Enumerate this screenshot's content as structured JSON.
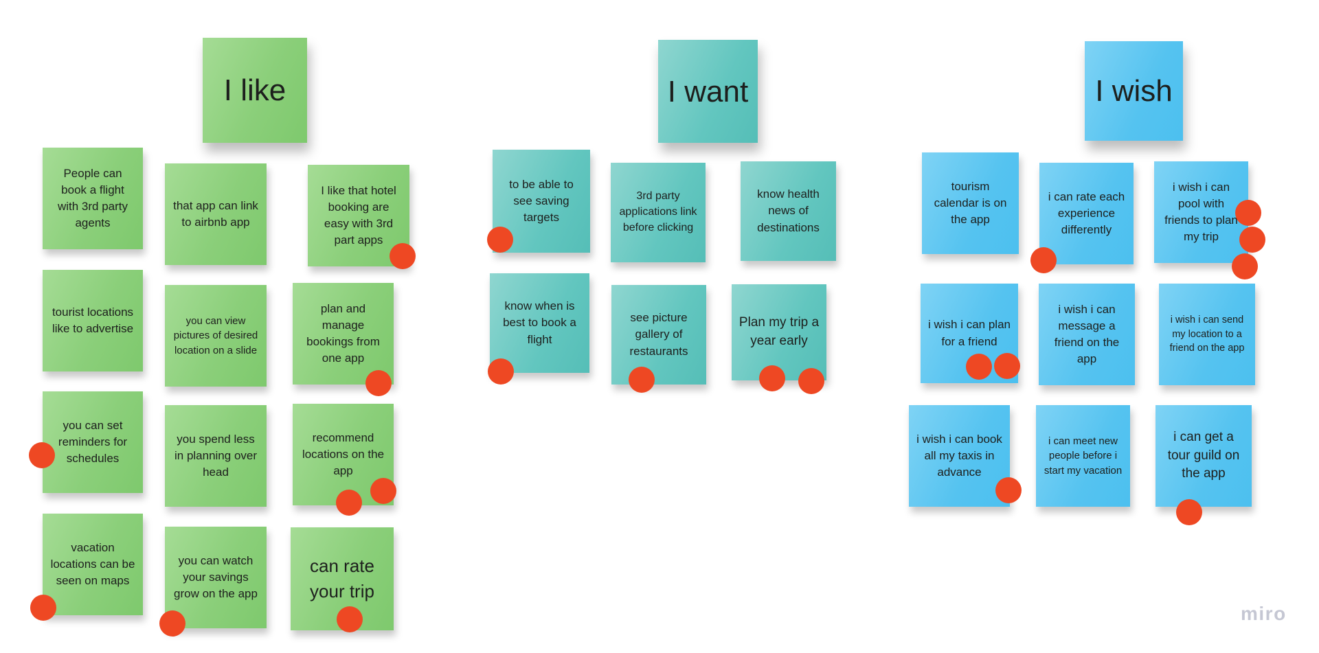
{
  "board": {
    "watermark": "miro",
    "vote_dot_color": "#ee4823",
    "text_color": "#1d1f1d",
    "background_color": "#ffffff",
    "groups": [
      {
        "title": "I like",
        "color": "#8bcf7a",
        "notes": [
          {
            "text": "People can book a flight with 3rd party agents",
            "votes": 0
          },
          {
            "text": "tourist locations like to advertise",
            "votes": 0
          },
          {
            "text": "you can set reminders for schedules",
            "votes": 1
          },
          {
            "text": "vacation locations can be seen on maps",
            "votes": 1
          },
          {
            "text": "that app can link to airbnb app",
            "votes": 0
          },
          {
            "text": "you can view pictures of desired location on a slide",
            "votes": 0
          },
          {
            "text": "you spend less in planning over head",
            "votes": 0
          },
          {
            "text": "you can watch your savings grow on the app",
            "votes": 1
          },
          {
            "text": "I like that hotel booking are easy with 3rd part apps",
            "votes": 1
          },
          {
            "text": "plan and manage bookings from one app",
            "votes": 1
          },
          {
            "text": "recommend locations on the app",
            "votes": 2
          },
          {
            "text": "can rate your trip",
            "votes": 1
          }
        ]
      },
      {
        "title": "I want",
        "color": "#62c6bf",
        "notes": [
          {
            "text": "to be able to see saving targets",
            "votes": 1
          },
          {
            "text": "3rd party applications link before clicking",
            "votes": 0
          },
          {
            "text": "know health news of destinations",
            "votes": 0
          },
          {
            "text": "know when is best to book a flight",
            "votes": 1
          },
          {
            "text": "see picture gallery of restaurants",
            "votes": 1
          },
          {
            "text": "Plan my trip a year early",
            "votes": 2
          }
        ]
      },
      {
        "title": "I wish",
        "color": "#55c3f0",
        "notes": [
          {
            "text": "tourism calendar is on the app",
            "votes": 0
          },
          {
            "text": "i can rate each experience differently",
            "votes": 1
          },
          {
            "text": "i wish i can pool with friends to plan my trip",
            "votes": 3
          },
          {
            "text": "i wish i can plan for a friend",
            "votes": 2
          },
          {
            "text": "i wish i can message a friend on the app",
            "votes": 0
          },
          {
            "text": "i wish i can send my location to a friend on the app",
            "votes": 0
          },
          {
            "text": "i wish i can book all my taxis in advance",
            "votes": 1
          },
          {
            "text": "i can meet new people before i start my vacation",
            "votes": 0
          },
          {
            "text": "i can get a tour guild on the app",
            "votes": 1
          }
        ]
      }
    ]
  }
}
